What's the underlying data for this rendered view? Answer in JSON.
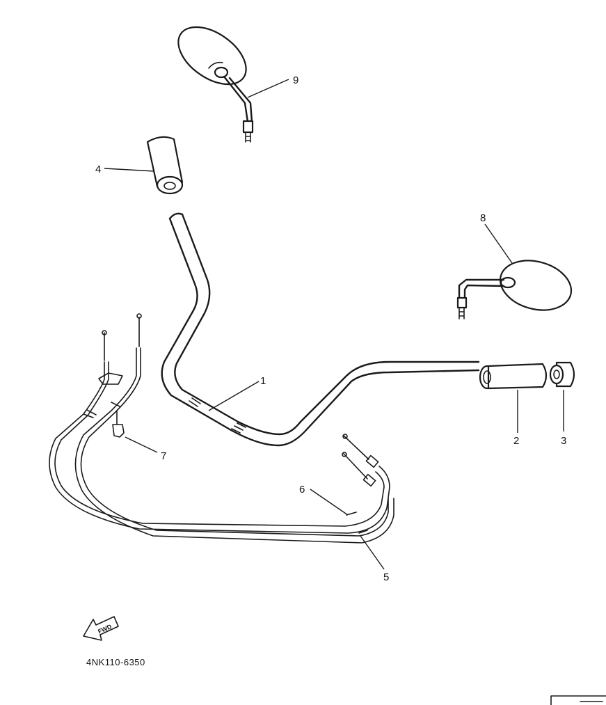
{
  "callouts": {
    "c1": "1",
    "c2": "2",
    "c3": "3",
    "c4": "4",
    "c5": "5",
    "c6": "6",
    "c7": "7",
    "c8": "8",
    "c9": "9"
  },
  "fwd_label": "FWD",
  "diagram_code": "4NK110-6350"
}
